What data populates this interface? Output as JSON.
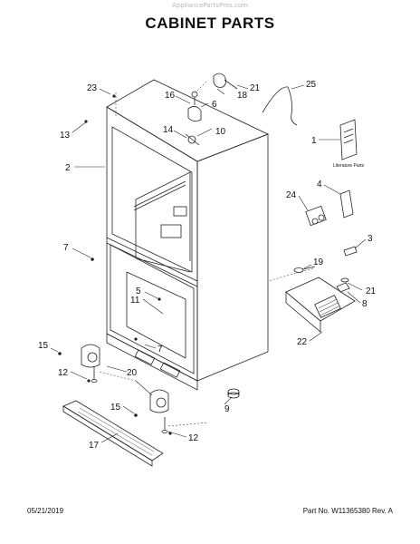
{
  "header": {
    "watermark": "AppliancePartsPros.com",
    "title": "CABINET PARTS"
  },
  "footer": {
    "date": "05/21/2019",
    "part_no": "Part No. W11365380  Rev. A"
  },
  "literature_label": "Literature Parts",
  "callouts": {
    "c23": "23",
    "c16": "16",
    "c21a": "21",
    "c18": "18",
    "c25": "25",
    "c6": "6",
    "c13": "13",
    "c14": "14",
    "c10": "10",
    "c1": "1",
    "c2": "2",
    "c4": "4",
    "c24": "24",
    "c3": "3",
    "c7a": "7",
    "c19": "19",
    "c5": "5",
    "c21b": "21",
    "c11": "11",
    "c8": "8",
    "c22": "22",
    "c15a": "15",
    "c7b": "7",
    "c12a": "12",
    "c20": "20",
    "c9": "9",
    "c15b": "15",
    "c17": "17",
    "c12b": "12"
  }
}
